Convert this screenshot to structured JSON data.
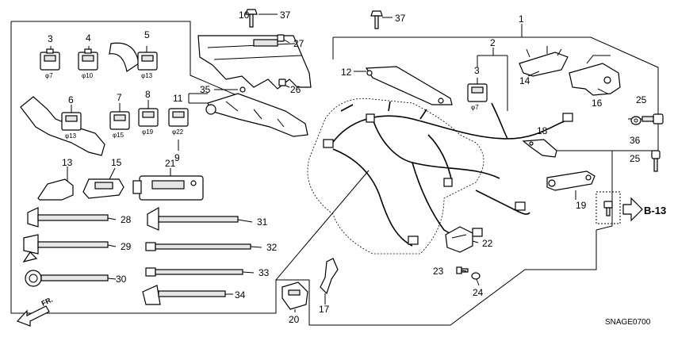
{
  "labels": {
    "p1": "1",
    "p2": "2",
    "p3a": "3",
    "p3b": "3",
    "p4": "4",
    "p5": "5",
    "p6": "6",
    "p7": "7",
    "p8": "8",
    "p9": "9",
    "p10": "10",
    "p11": "11",
    "p12": "12",
    "p13": "13",
    "p14": "14",
    "p15": "15",
    "p16": "16",
    "p17": "17",
    "p18": "18",
    "p19": "19",
    "p20": "20",
    "p21": "21",
    "p22": "22",
    "p23": "23",
    "p24": "24",
    "p25a": "25",
    "p25b": "25",
    "p26": "26",
    "p27": "27",
    "p28": "28",
    "p29": "29",
    "p30": "30",
    "p31": "31",
    "p32": "32",
    "p33": "33",
    "p34": "34",
    "p35": "35",
    "p36": "36",
    "p37a": "37",
    "p37b": "37"
  },
  "sizes": {
    "s3a": "φ7",
    "s4": "φ10",
    "s5": "φ13",
    "s6": "φ13",
    "s7": "φ15",
    "s8": "φ19",
    "s9": "φ22",
    "s3b": "φ7"
  },
  "reference": "B-13",
  "direction": "FR.",
  "diagram_code": "SNAGE0700"
}
